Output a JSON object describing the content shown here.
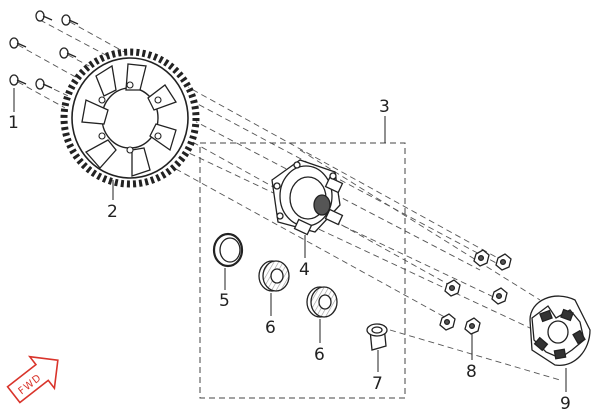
{
  "callouts": {
    "c1": "1",
    "c2": "2",
    "c3": "3",
    "c4": "4",
    "c5": "5",
    "c6a": "6",
    "c6b": "6",
    "c7": "7",
    "c8": "8",
    "c9": "9"
  },
  "fwd_arrow": {
    "label": "FWD",
    "color": "#d9342b"
  },
  "colors": {
    "line": "#222222",
    "part_fill": "#ffffff",
    "shadow": "#444444"
  }
}
